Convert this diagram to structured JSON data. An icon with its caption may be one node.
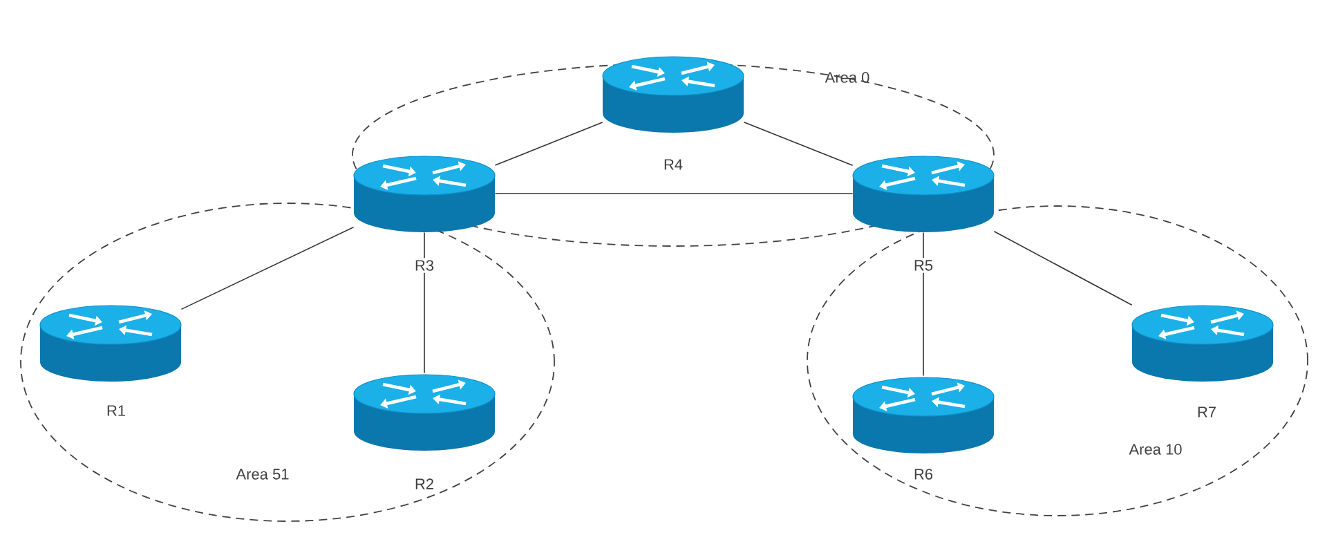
{
  "diagram": {
    "nodes": [
      {
        "text": [
          "Area 0"
        ]
      },
      {
        "text": [
          "R4"
        ],
        "in": 0
      },
      {
        "text": [
          "R3"
        ]
      },
      {
        "text": [
          "R5"
        ]
      },
      {
        "text": [
          "Area 51"
        ]
      },
      {
        "text": [
          "R1"
        ],
        "in": 4
      },
      {
        "text": [
          "R2"
        ],
        "in": 4
      },
      {
        "text": [
          "Area 10"
        ]
      },
      {
        "text": [
          "R6"
        ],
        "in": 7
      },
      {
        "text": [
          "R7"
        ],
        "in": 7
      }
    ],
    "edges": [
      {
        "from": 2,
        "to": 1,
        "arrow": "none"
      },
      {
        "from": 1,
        "to": 3,
        "arrow": "none"
      },
      {
        "from": 2,
        "to": 3,
        "arrow": "none"
      },
      {
        "from": 2,
        "to": 5,
        "arrow": "none"
      },
      {
        "from": 2,
        "to": 6,
        "arrow": "none"
      },
      {
        "from": 3,
        "to": 8,
        "arrow": "none"
      },
      {
        "from": 3,
        "to": 9,
        "arrow": "none"
      }
    ]
  }
}
